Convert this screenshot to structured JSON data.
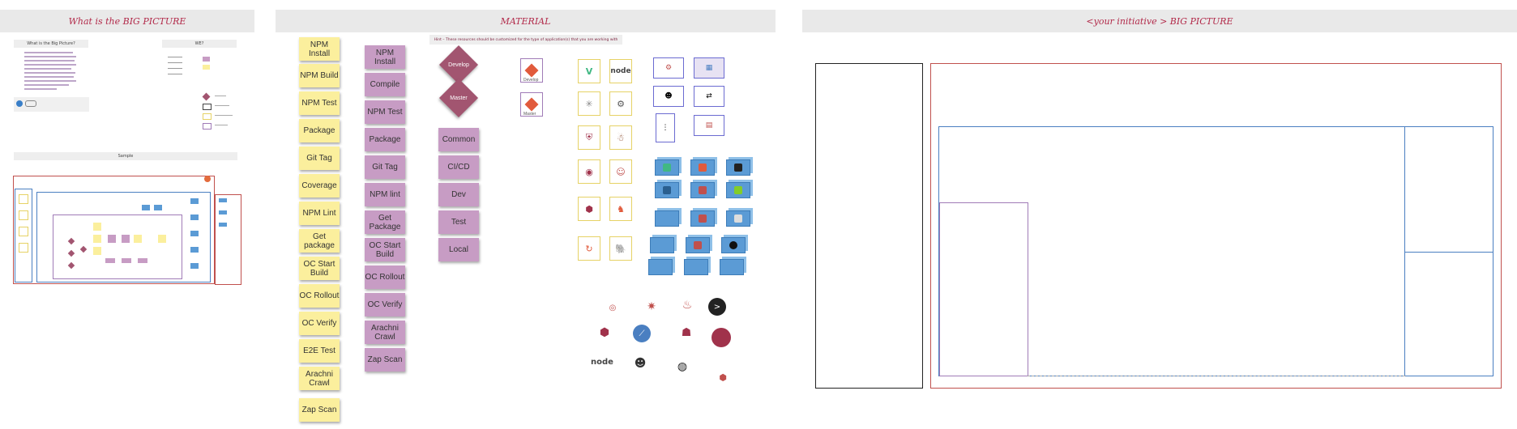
{
  "frames": {
    "big_picture_title": "What is the BIG PICTURE",
    "material_title": "MATERIAL",
    "initiative_title": "<your initiative > BIG PICTURE"
  },
  "left": {
    "what_label": "What is the Big Picture?",
    "who_label": "WE?",
    "sample_label": "Sample"
  },
  "material": {
    "hint": "Hint – These resources should be customized for the type of application(s) that you are working with",
    "yellow_notes": [
      "NPM Install",
      "NPM Build",
      "NPM Test",
      "Package",
      "Git Tag",
      "Coverage",
      "NPM Lint",
      "Get package",
      "OC Start Build",
      "OC Rollout",
      "OC Verify",
      "E2E Test",
      "Arachni Crawl",
      "Zap Scan"
    ],
    "purple_notes": [
      "NPM Install",
      "Compile",
      "NPM Test",
      "Package",
      "Git Tag",
      "NPM lint",
      "Get Package",
      "OC Start Build",
      "OC Rollout",
      "OC Verify",
      "Arachni Crawl",
      "Zap Scan"
    ],
    "diamonds": [
      "Develop",
      "Master"
    ],
    "env_notes": [
      "Common",
      "CI/CD",
      "Dev",
      "Test",
      "Local"
    ],
    "git_cards": [
      "Develop",
      "Master"
    ],
    "node_label": "node"
  },
  "colors": {
    "title_red": "#b22a4a",
    "yellow_note": "#fbef9d",
    "purple_note": "#c79cc4",
    "diamond": "#a25570",
    "cube": "#5b9bd5",
    "outer_red": "#c0504d",
    "inner_blue": "#4a7fc1"
  }
}
